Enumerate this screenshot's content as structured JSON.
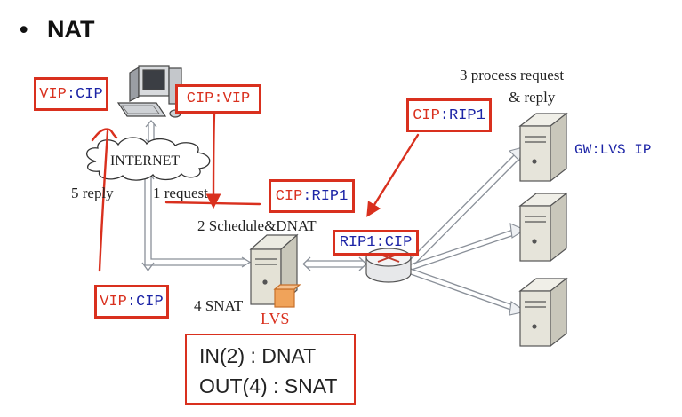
{
  "slide": {
    "bullet": "•",
    "title": "NAT"
  },
  "diagram": {
    "internet_label": "INTERNET",
    "step1": "1 request",
    "step2": "2 Schedule&DNAT",
    "step3_line1": "3 process request",
    "step3_line2": "& reply",
    "step4": "4 SNAT",
    "step5": "5 reply",
    "lvs_label": "LVS",
    "gw_label": "GW:LVS IP",
    "boxes": {
      "vip_cip_top": {
        "a": "VIP",
        "sep": ":",
        "b": "CIP"
      },
      "cip_vip": {
        "a": "CIP",
        "sep": ":",
        "b": "VIP"
      },
      "cip_rip1_right": {
        "a": "CIP",
        "sep": ":",
        "b": "RIP1"
      },
      "cip_rip1_mid": {
        "a": "CIP",
        "sep": ":",
        "b": "RIP1"
      },
      "rip1_cip": {
        "a": "RIP1",
        "sep": ":",
        "b": "CIP"
      },
      "vip_cip_bottom": {
        "a": "VIP",
        "sep": ":",
        "b": "CIP"
      }
    }
  },
  "legend": {
    "line1": "IN(2) : DNAT",
    "line2": "OUT(4) : SNAT"
  },
  "colors": {
    "accent_red": "#d9301e",
    "ip_blue": "#1c24a6"
  }
}
